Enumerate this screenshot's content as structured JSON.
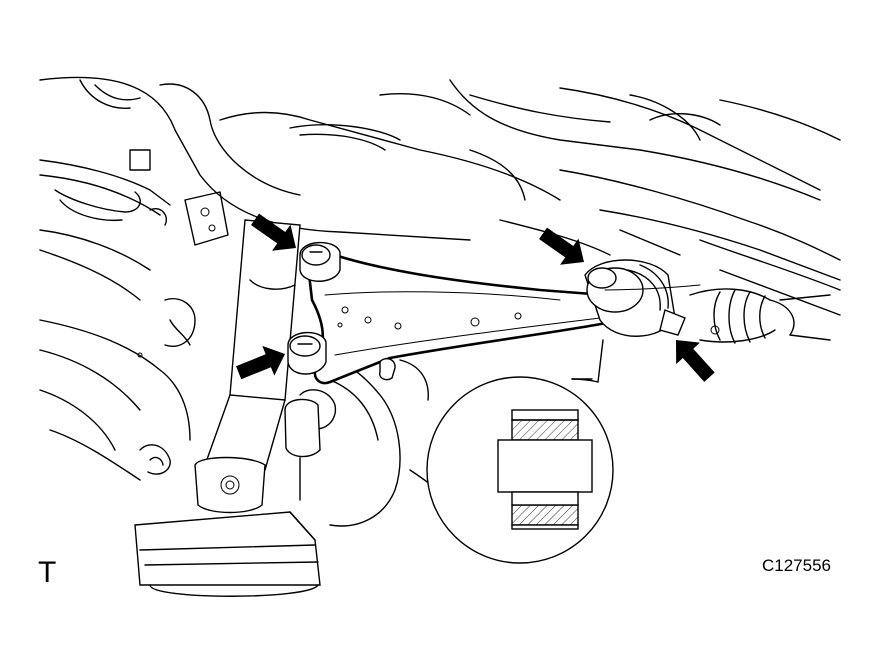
{
  "labels": {
    "view_marker": "T",
    "illustration_code": "C127556"
  },
  "icons": {
    "indicator": "arrow-icon",
    "detail": "bushing-cross-section"
  },
  "colors": {
    "line": "#000000",
    "background": "#ffffff"
  }
}
